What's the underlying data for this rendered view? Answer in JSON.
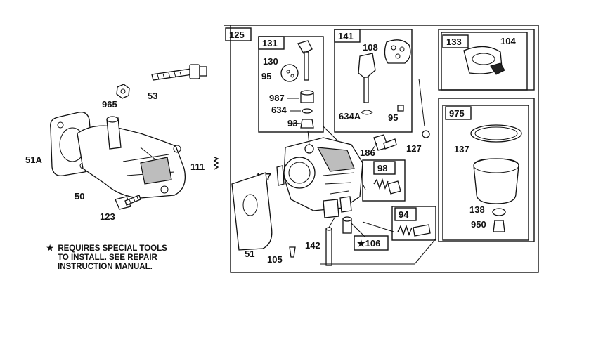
{
  "top_strip": "",
  "boxes": {
    "main": "125",
    "b131": "131",
    "b141": "141",
    "b133": "133",
    "b975": "975",
    "b98": "98",
    "b94": "94"
  },
  "labels": {
    "p965": "965",
    "p53": "53",
    "p51A": "51A",
    "p50": "50",
    "p123": "123",
    "p111": "111",
    "p130": "130",
    "p95a": "95",
    "p987": "987",
    "p634": "634",
    "p93": "93",
    "p108": "108",
    "p634A": "634A",
    "p95b": "95",
    "p104": "104",
    "p186": "186",
    "p127": "127",
    "p147": "147",
    "p137": "137",
    "p138": "138",
    "p950": "950",
    "p51": "51",
    "p142": "142",
    "p105": "105",
    "p106": "106"
  },
  "note": {
    "star": "★",
    "line1": "REQUIRES SPECIAL TOOLS",
    "line2": "TO INSTALL.  SEE REPAIR",
    "line3": "INSTRUCTION MANUAL."
  }
}
